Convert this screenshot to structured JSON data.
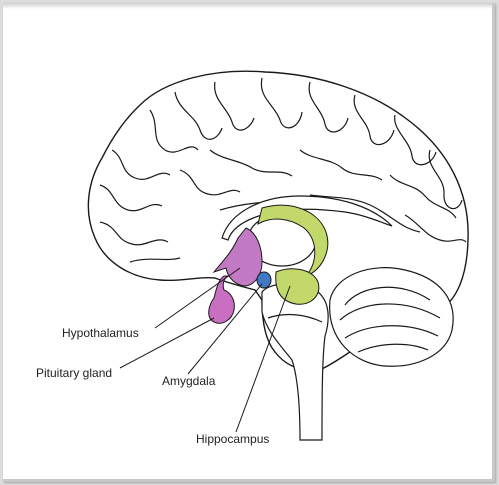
{
  "labels": {
    "hypothalamus": "Hypothalamus",
    "pituitary": "Pituitary gland",
    "amygdala": "Amygdala",
    "hippocampus": "Hippocampus"
  },
  "colors": {
    "outline": "#1a1a1a",
    "hypothalamus": "#c27ac4",
    "pituitary": "#c86fc2",
    "amygdala": "#3f78c4",
    "hippocampus": "#c3d86a"
  }
}
